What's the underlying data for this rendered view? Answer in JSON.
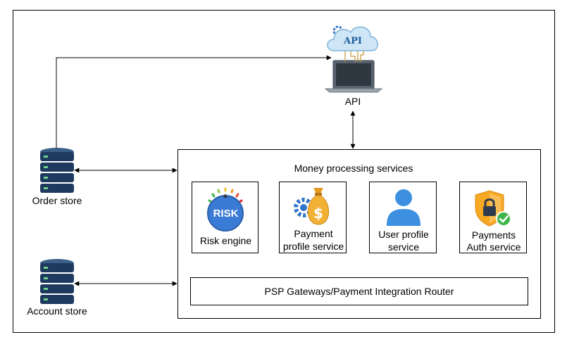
{
  "diagram": {
    "api_label": "API",
    "api_cloud_text": "API",
    "order_store_label": "Order store",
    "account_store_label": "Account store",
    "money_processing_title": "Money processing services",
    "services": [
      {
        "line1": "Risk engine",
        "line2": ""
      },
      {
        "line1": "Payment",
        "line2": "profile service"
      },
      {
        "line1": "User profile",
        "line2": "service"
      },
      {
        "line1": "Payments",
        "line2": "Auth service"
      }
    ],
    "risk_badge_text": "RISK",
    "router_label": "PSP Gateways/Payment Integration Router",
    "colors": {
      "cloud": "#cfe6f7",
      "cloud_stroke": "#7fb2d9",
      "api_text": "#1f5f99",
      "database": "#1e3a5f",
      "risk_blue": "#3a7bd5",
      "gold": "#f2b134",
      "shield": "#f7a823",
      "check_green": "#3cb54a",
      "user_blue": "#3d8fe0",
      "gear": "#2e74c9"
    }
  }
}
